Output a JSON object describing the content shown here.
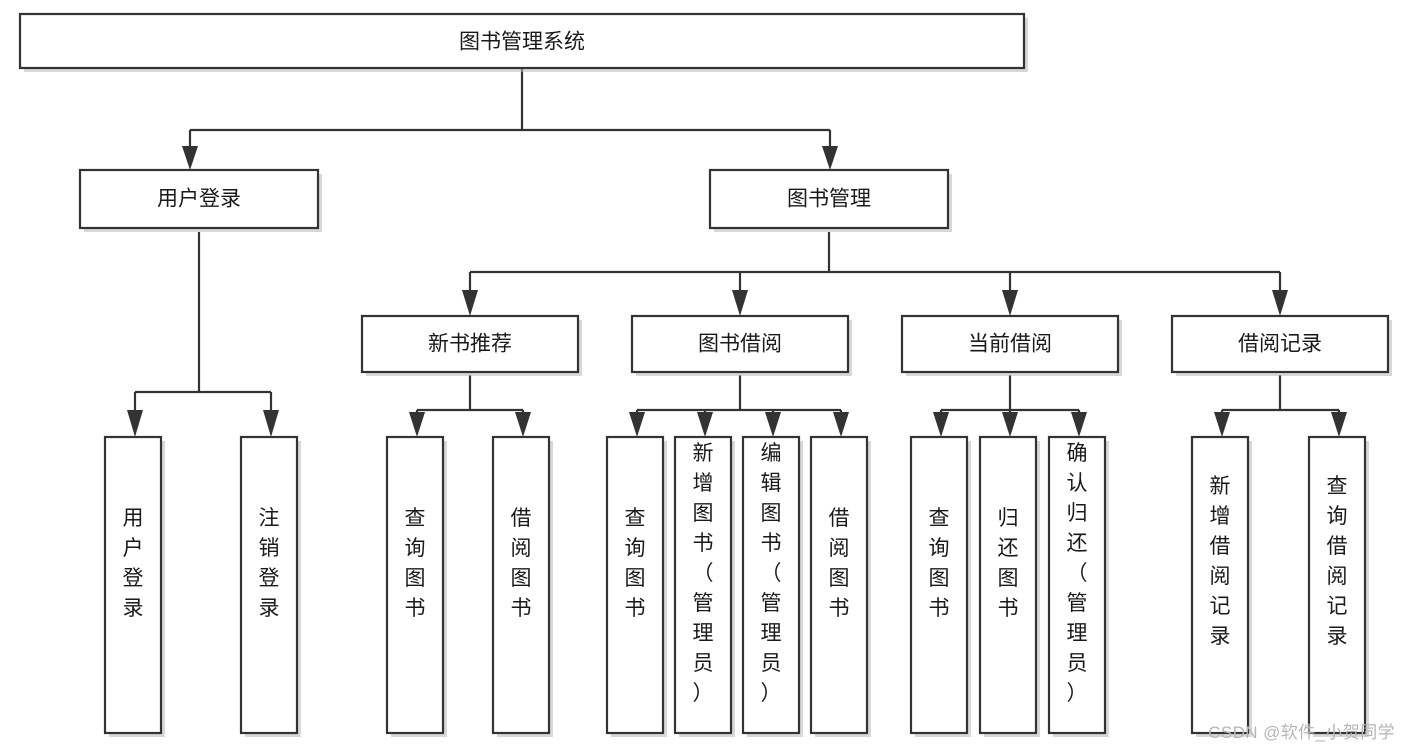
{
  "diagram": {
    "type": "tree",
    "title": "图书管理系统",
    "watermark": "CSDN @软件_小贺同学",
    "levels": {
      "root": {
        "label": "图书管理系统"
      },
      "level2": [
        {
          "label": "用户登录"
        },
        {
          "label": "图书管理"
        }
      ],
      "level3": [
        {
          "label": "新书推荐"
        },
        {
          "label": "图书借阅"
        },
        {
          "label": "当前借阅"
        },
        {
          "label": "借阅记录"
        }
      ],
      "leaves": [
        {
          "label": "用户登录",
          "parent": "用户登录"
        },
        {
          "label": "注销登录",
          "parent": "用户登录"
        },
        {
          "label": "查询图书",
          "parent": "新书推荐"
        },
        {
          "label": "借阅图书",
          "parent": "新书推荐"
        },
        {
          "label": "查询图书",
          "parent": "图书借阅"
        },
        {
          "label": "新增图书（管理员）",
          "parent": "图书借阅"
        },
        {
          "label": "编辑图书（管理员）",
          "parent": "图书借阅"
        },
        {
          "label": "借阅图书",
          "parent": "图书借阅"
        },
        {
          "label": "查询图书",
          "parent": "当前借阅"
        },
        {
          "label": "归还图书",
          "parent": "当前借阅"
        },
        {
          "label": "确认归还（管理员）",
          "parent": "当前借阅"
        },
        {
          "label": "新增借阅记录",
          "parent": "借阅记录"
        },
        {
          "label": "查询借阅记录",
          "parent": "借阅记录"
        }
      ]
    },
    "colors": {
      "box_stroke": "#333333",
      "box_fill": "#ffffff",
      "text": "#1a1a1a",
      "watermark": "#b5b5b5",
      "background": "#ffffff"
    }
  }
}
